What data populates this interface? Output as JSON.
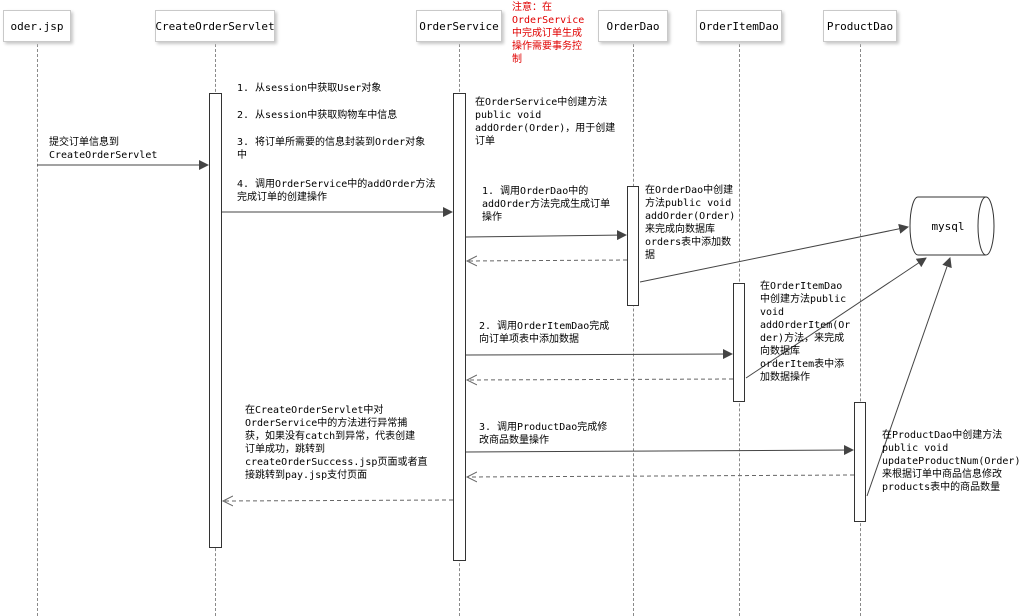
{
  "participants": [
    "oder.jsp",
    "CreateOrderServlet",
    "OrderService",
    "OrderDao",
    "OrderItemDao",
    "ProductDao"
  ],
  "database_label": "mysql",
  "notes": {
    "warning": "注意：在\nOrderService\n中完成订单生成\n操作需要事务控\n制",
    "submit": "提交订单信息到\nCreateOrderServlet",
    "servlet_step1": "1. 从session中获取User对象",
    "servlet_step2": "2. 从session中获取购物车中信息",
    "servlet_step3": "3. 将订单所需要的信息封装到Order对象\n中",
    "servlet_step4": "4. 调用OrderService中的addOrder方法\n完成订单的创建操作",
    "service_create": "在OrderService中创建方法\npublic void\naddOrder(Order)，用于创建\n订单",
    "service_step1": "1. 调用OrderDao中的\naddOrder方法完成生成订单\n操作",
    "orderdao_desc": "在OrderDao中创建\n方法public void\naddOrder(Order)\n来完成向数据库\norders表中添加数\n据",
    "orderitemdao_desc": "在OrderItemDao\n中创建方法public\nvoid\naddOrderItem(Or\nder)方法，来完成\n向数据库\norderItem表中添\n加数据操作",
    "service_step2": "2. 调用OrderItemDao完成\n向订单项表中添加数据",
    "servlet_catch": "在CreateOrderServlet中对\nOrderService中的方法进行异常捕\n获，如果没有catch到异常，代表创建\n订单成功，跳转到\ncreateOrderSuccess.jsp页面或者直\n接跳转到pay.jsp支付页面",
    "service_step3": "3. 调用ProductDao完成修\n改商品数量操作",
    "productdao_desc": "在ProductDao中创建方法\npublic void\nupdateProductNum(Order)\n来根据订单中商品信息修改\nproducts表中的商品数量"
  },
  "colors": {
    "line": "#444444",
    "lifeline": "#8a8a8a",
    "warning_text": "#e00000",
    "db_fill": "#ffffff"
  }
}
